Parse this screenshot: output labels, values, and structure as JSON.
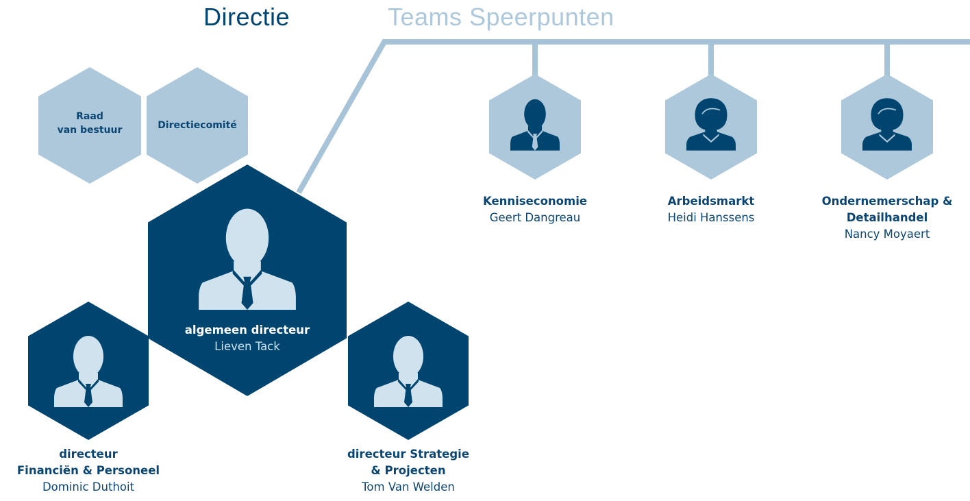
{
  "header": {
    "tab_directie": "Directie",
    "tab_teams": "Teams Speerpunten"
  },
  "colors": {
    "dark_navy": "#00456f",
    "light_blue": "#adc8da",
    "pale_blue": "#d0e2ee",
    "connector": "#a7c3d7",
    "text_navy": "#0b4673"
  },
  "boards": {
    "raad": "Raad\nvan bestuur",
    "comite": "Directiecomité"
  },
  "people": {
    "general": {
      "role": "algemeen directeur",
      "name": "Lieven Tack",
      "icon": "man-icon"
    },
    "finance": {
      "role": "directeur\nFinanciën & Personeel",
      "name": "Dominic Duthoit",
      "icon": "man-icon"
    },
    "strategy": {
      "role": "directeur Strategie\n& Projecten",
      "name": "Tom Van Welden",
      "icon": "man-icon"
    }
  },
  "teams": [
    {
      "role": "Kenniseconomie",
      "name": "Geert Dangreau",
      "icon": "man-icon"
    },
    {
      "role": "Arbeidsmarkt",
      "name": "Heidi Hanssens",
      "icon": "woman-icon"
    },
    {
      "role": "Ondernemerschap &\nDetailhandel",
      "name": "Nancy Moyaert",
      "icon": "woman-icon"
    }
  ]
}
